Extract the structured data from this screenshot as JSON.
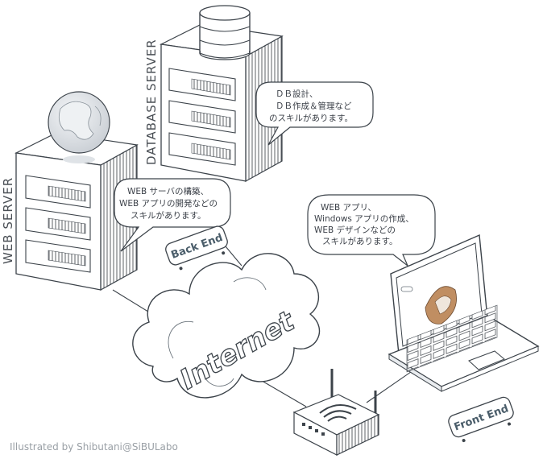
{
  "labels": {
    "web_server": "WEB SERVER",
    "database_server": "DATABASE SERVER",
    "internet": "Internet",
    "back_end": "Back End",
    "front_end": "Front End"
  },
  "bubbles": {
    "database": [
      "ＤＢ設計、",
      "ＤＢ作成＆管理など",
      "のスキルがあります。"
    ],
    "web_server": [
      "WEB サーバの構築、",
      "WEB アプリの開発などの",
      "スキルがあります。"
    ],
    "front": [
      "WEB アプリ、",
      "Windows アプリの作成、",
      "WEB デザインなどの",
      "スキルがあります。"
    ]
  },
  "credit": "Illustrated by Shibutani@SiBULabo",
  "colors": {
    "line": "#3c434a",
    "accent": "#4a5d6a",
    "shade": "#e9ecef"
  }
}
